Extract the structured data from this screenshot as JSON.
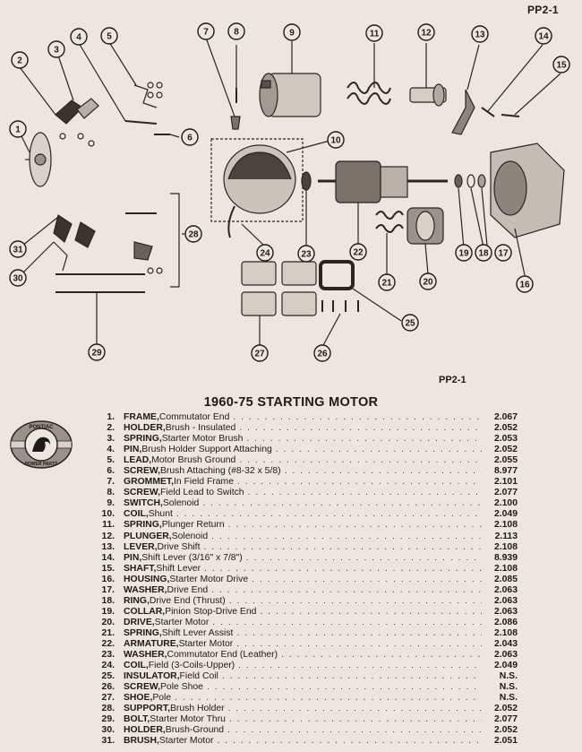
{
  "header": {
    "page_code": "PP2-1"
  },
  "diagram": {
    "figure_code": "PP2-1",
    "callouts": [
      "1",
      "2",
      "3",
      "4",
      "5",
      "6",
      "7",
      "8",
      "9",
      "10",
      "11",
      "12",
      "13",
      "14",
      "15",
      "16",
      "17",
      "18",
      "19",
      "20",
      "21",
      "22",
      "23",
      "24",
      "25",
      "26",
      "27",
      "28",
      "29",
      "30",
      "31"
    ]
  },
  "logo": {
    "text_top": "PONTIAC",
    "text_bottom": "POWER PARTS"
  },
  "parts": {
    "title": "1960-75 STARTING MOTOR",
    "items": [
      {
        "num": "1.",
        "name": "FRAME,",
        "desc": " Commutator End",
        "code": "2.067"
      },
      {
        "num": "2.",
        "name": "HOLDER,",
        "desc": " Brush - Insulated",
        "code": "2.052"
      },
      {
        "num": "3.",
        "name": "SPRING,",
        "desc": " Starter Motor Brush",
        "code": "2.053"
      },
      {
        "num": "4.",
        "name": "PIN,",
        "desc": " Brush Holder Support Attaching",
        "code": "2.052"
      },
      {
        "num": "5.",
        "name": "LEAD,",
        "desc": " Motor Brush Ground",
        "code": "2.055"
      },
      {
        "num": "6.",
        "name": "SCREW,",
        "desc": " Brush Attaching (#8-32 x 5/8)",
        "code": "8.977"
      },
      {
        "num": "7.",
        "name": "GROMMET,",
        "desc": " In Field Frame",
        "code": "2.101"
      },
      {
        "num": "8.",
        "name": "SCREW,",
        "desc": " Field Lead to Switch",
        "code": "2.077"
      },
      {
        "num": "9.",
        "name": "SWITCH,",
        "desc": " Solenoid",
        "code": "2.100"
      },
      {
        "num": "10.",
        "name": "COIL,",
        "desc": " Shunt",
        "code": "2.049"
      },
      {
        "num": "11.",
        "name": "SPRING,",
        "desc": " Plunger Return",
        "code": "2.108"
      },
      {
        "num": "12.",
        "name": "PLUNGER,",
        "desc": " Solenoid",
        "code": "2.113"
      },
      {
        "num": "13.",
        "name": "LEVER,",
        "desc": " Drive Shift",
        "code": "2.108"
      },
      {
        "num": "14.",
        "name": "PIN,",
        "desc": " Shift Lever (3/16\" x 7/8\")",
        "code": "8.939"
      },
      {
        "num": "15.",
        "name": "SHAFT,",
        "desc": " Shift Lever",
        "code": "2.108"
      },
      {
        "num": "16.",
        "name": "HOUSING,",
        "desc": " Starter Motor Drive",
        "code": "2.085"
      },
      {
        "num": "17.",
        "name": "WASHER,",
        "desc": " Drive End",
        "code": "2.063"
      },
      {
        "num": "18.",
        "name": "RING,",
        "desc": " Drive End (Thrust)",
        "code": "2.063"
      },
      {
        "num": "19.",
        "name": "COLLAR,",
        "desc": " Pinion Stop-Drive End",
        "code": "2.063"
      },
      {
        "num": "20.",
        "name": "DRIVE,",
        "desc": " Starter Motor",
        "code": "2.086"
      },
      {
        "num": "21.",
        "name": "SPRING,",
        "desc": " Shift Lever Assist",
        "code": "2.108"
      },
      {
        "num": "22.",
        "name": "ARMATURE,",
        "desc": " Starter Motor",
        "code": "2.043"
      },
      {
        "num": "23.",
        "name": "WASHER,",
        "desc": " Commutator End (Leather)",
        "code": "2.063"
      },
      {
        "num": "24.",
        "name": "COIL,",
        "desc": " Field (3-Coils-Upper)",
        "code": "2.049"
      },
      {
        "num": "25.",
        "name": "INSULATOR,",
        "desc": " Field Coil",
        "code": "N.S."
      },
      {
        "num": "26.",
        "name": "SCREW,",
        "desc": " Pole Shoe",
        "code": "N.S."
      },
      {
        "num": "27.",
        "name": "SHOE,",
        "desc": " Pole",
        "code": "N.S."
      },
      {
        "num": "28.",
        "name": "SUPPORT,",
        "desc": " Brush Holder",
        "code": "2.052"
      },
      {
        "num": "29.",
        "name": "BOLT,",
        "desc": " Starter Motor Thru",
        "code": "2.077"
      },
      {
        "num": "30.",
        "name": "HOLDER,",
        "desc": " Brush-Ground",
        "code": "2.052"
      },
      {
        "num": "31.",
        "name": "BRUSH,",
        "desc": " Starter Motor",
        "code": "2.051"
      }
    ]
  }
}
